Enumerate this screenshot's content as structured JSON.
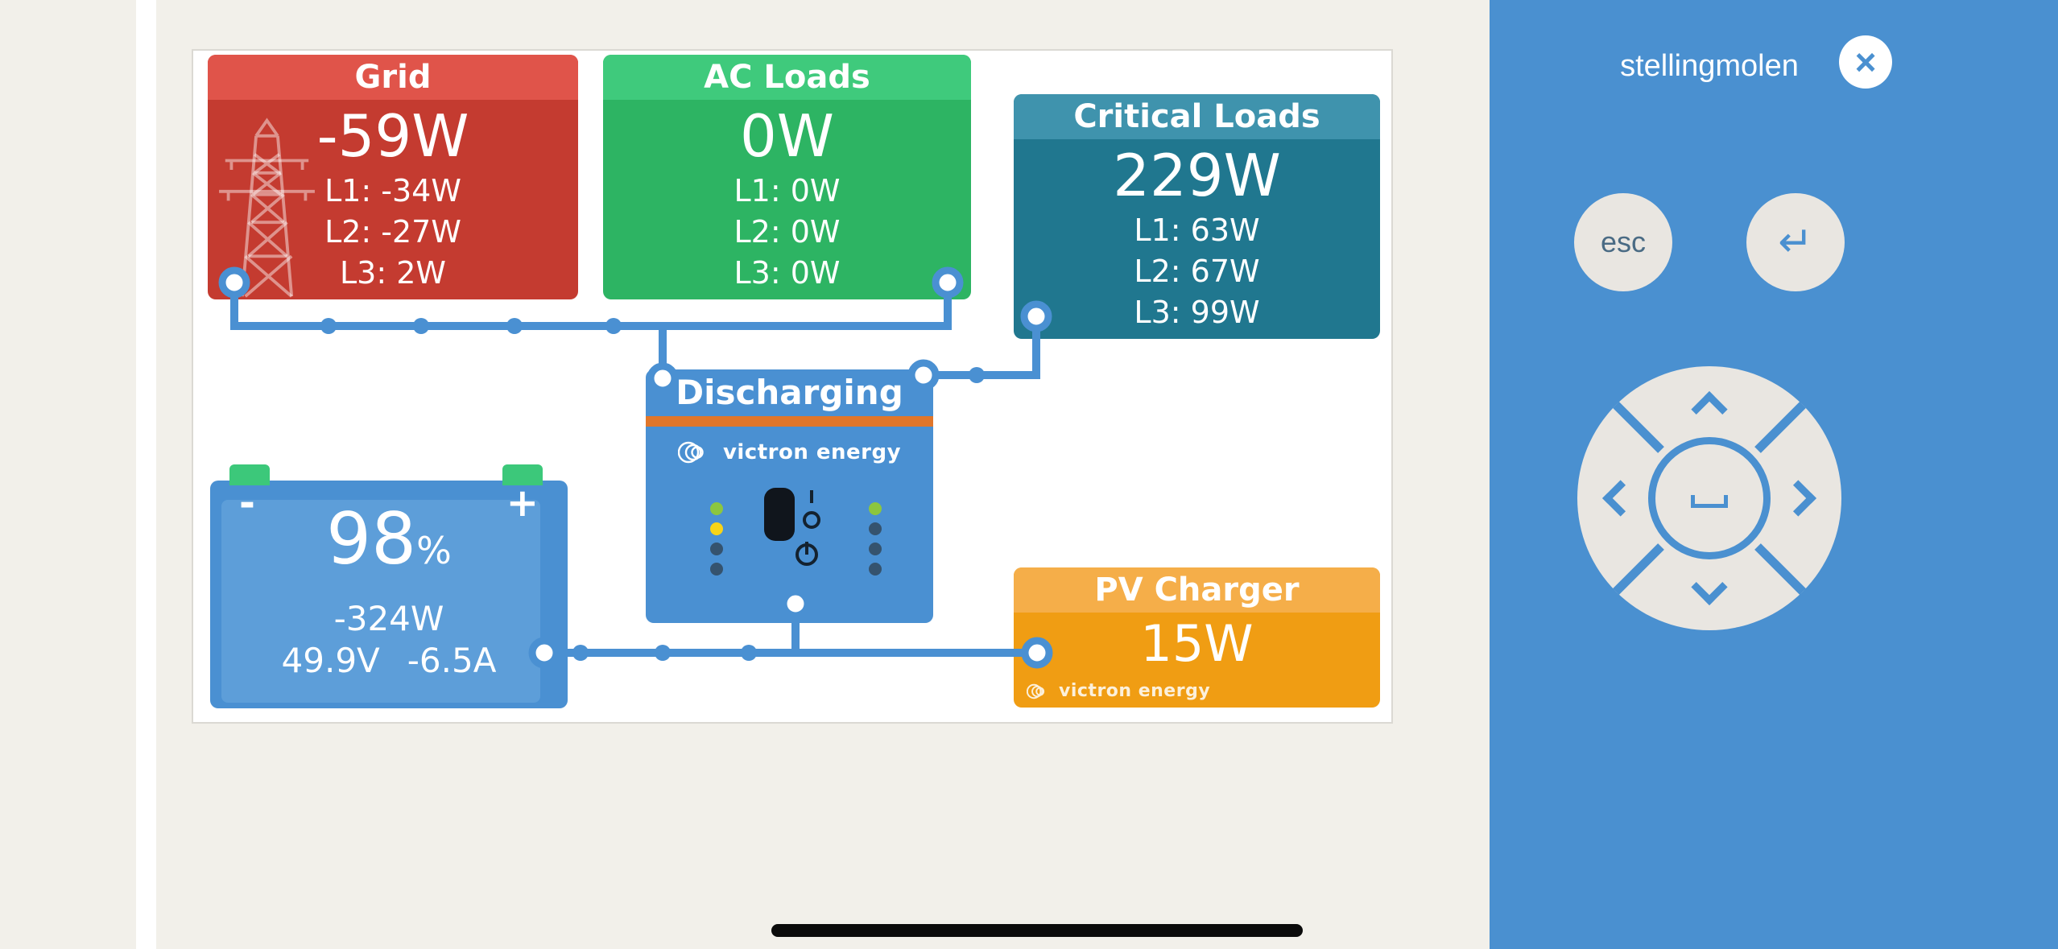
{
  "colors": {
    "background": "#f2f0ea",
    "panel_blue": "#4a90d0",
    "device_blue": "#4a90d2",
    "grid_header": "#e0544a",
    "grid_body": "#c43b30",
    "ac_loads_header": "#3fca7c",
    "ac_loads_body": "#2db463",
    "critical_header": "#3f93ad",
    "critical_body": "#20778f",
    "pv_header": "#f5ae49",
    "pv_body": "#f09d13",
    "inverter_stripe": "#e0762a",
    "battery_terminal": "#3cc87a",
    "button_gray": "#e9e6e1",
    "led_green": "#8cc63f",
    "led_yellow": "#f7d417",
    "led_off": "#35536e"
  },
  "console": {
    "grid": {
      "title": "Grid",
      "power": "-59W",
      "l1": "L1: -34W",
      "l2": "L2: -27W",
      "l3": "L3: 2W"
    },
    "ac_loads": {
      "title": "AC Loads",
      "power": "0W",
      "l1": "L1: 0W",
      "l2": "L2: 0W",
      "l3": "L3: 0W"
    },
    "critical_loads": {
      "title": "Critical Loads",
      "power": "229W",
      "l1": "L1: 63W",
      "l2": "L2: 67W",
      "l3": "L3: 99W"
    },
    "inverter": {
      "status": "Discharging",
      "brand": "victron energy"
    },
    "battery": {
      "minus_label": "-",
      "plus_label": "+",
      "soc": "98",
      "soc_unit": "%",
      "power": "-324W",
      "voltage": "49.9V",
      "current": "-6.5A"
    },
    "pv_charger": {
      "title": "PV Charger",
      "power": "15W",
      "brand": "victron energy"
    }
  },
  "remote": {
    "device_name": "stellingmolen",
    "esc_label": "esc"
  },
  "icons": {
    "close": "×",
    "enter": "↵"
  }
}
